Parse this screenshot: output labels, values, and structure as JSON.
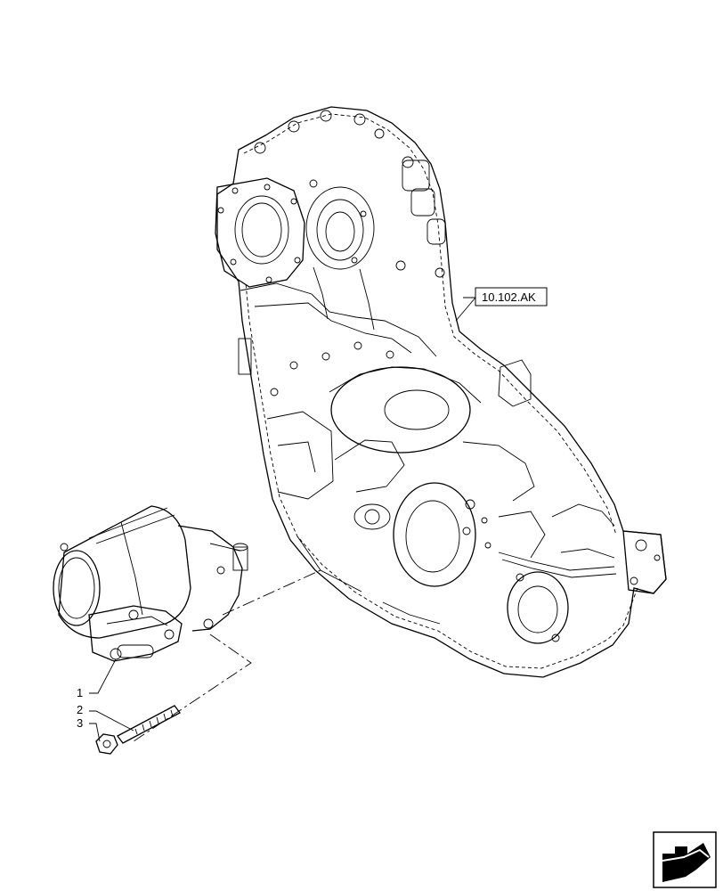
{
  "callouts": [
    {
      "label": "1"
    },
    {
      "label": "2"
    },
    {
      "label": "3"
    }
  ],
  "reference": {
    "label": "10.102.AK"
  },
  "nav_icon": "next-page-arrow-icon"
}
